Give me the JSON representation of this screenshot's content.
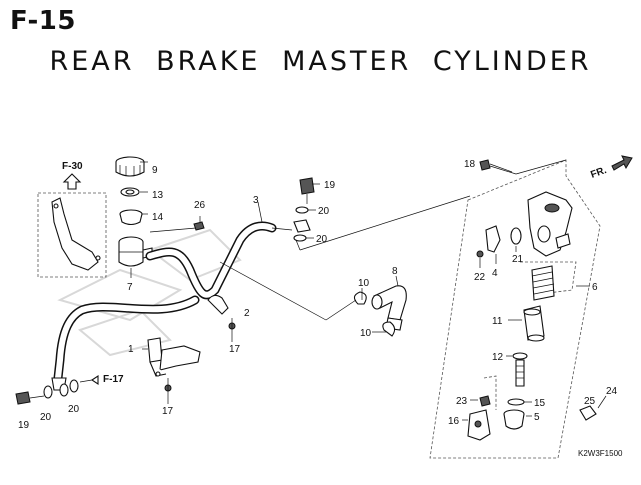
{
  "header": {
    "code": "F-15",
    "title": "REAR BRAKE MASTER CYLINDER"
  },
  "refs": {
    "f30": "F-30",
    "f17": "F-17",
    "fr": "FR."
  },
  "diagram_code": "K2W3F1500",
  "callouts": {
    "c1": "1",
    "c2": "2",
    "c3": "3",
    "c4": "4",
    "c5": "5",
    "c6": "6",
    "c7": "7",
    "c8": "8",
    "c9": "9",
    "c10a": "10",
    "c10b": "10",
    "c11": "11",
    "c12": "12",
    "c13": "13",
    "c14": "14",
    "c15": "15",
    "c16": "16",
    "c17a": "17",
    "c17b": "17",
    "c18": "18",
    "c19a": "19",
    "c19b": "19",
    "c20a": "20",
    "c20b": "20",
    "c20c": "20",
    "c20d": "20",
    "c21": "21",
    "c22": "22",
    "c23": "23",
    "c24": "24",
    "c25": "25",
    "c26": "26"
  }
}
